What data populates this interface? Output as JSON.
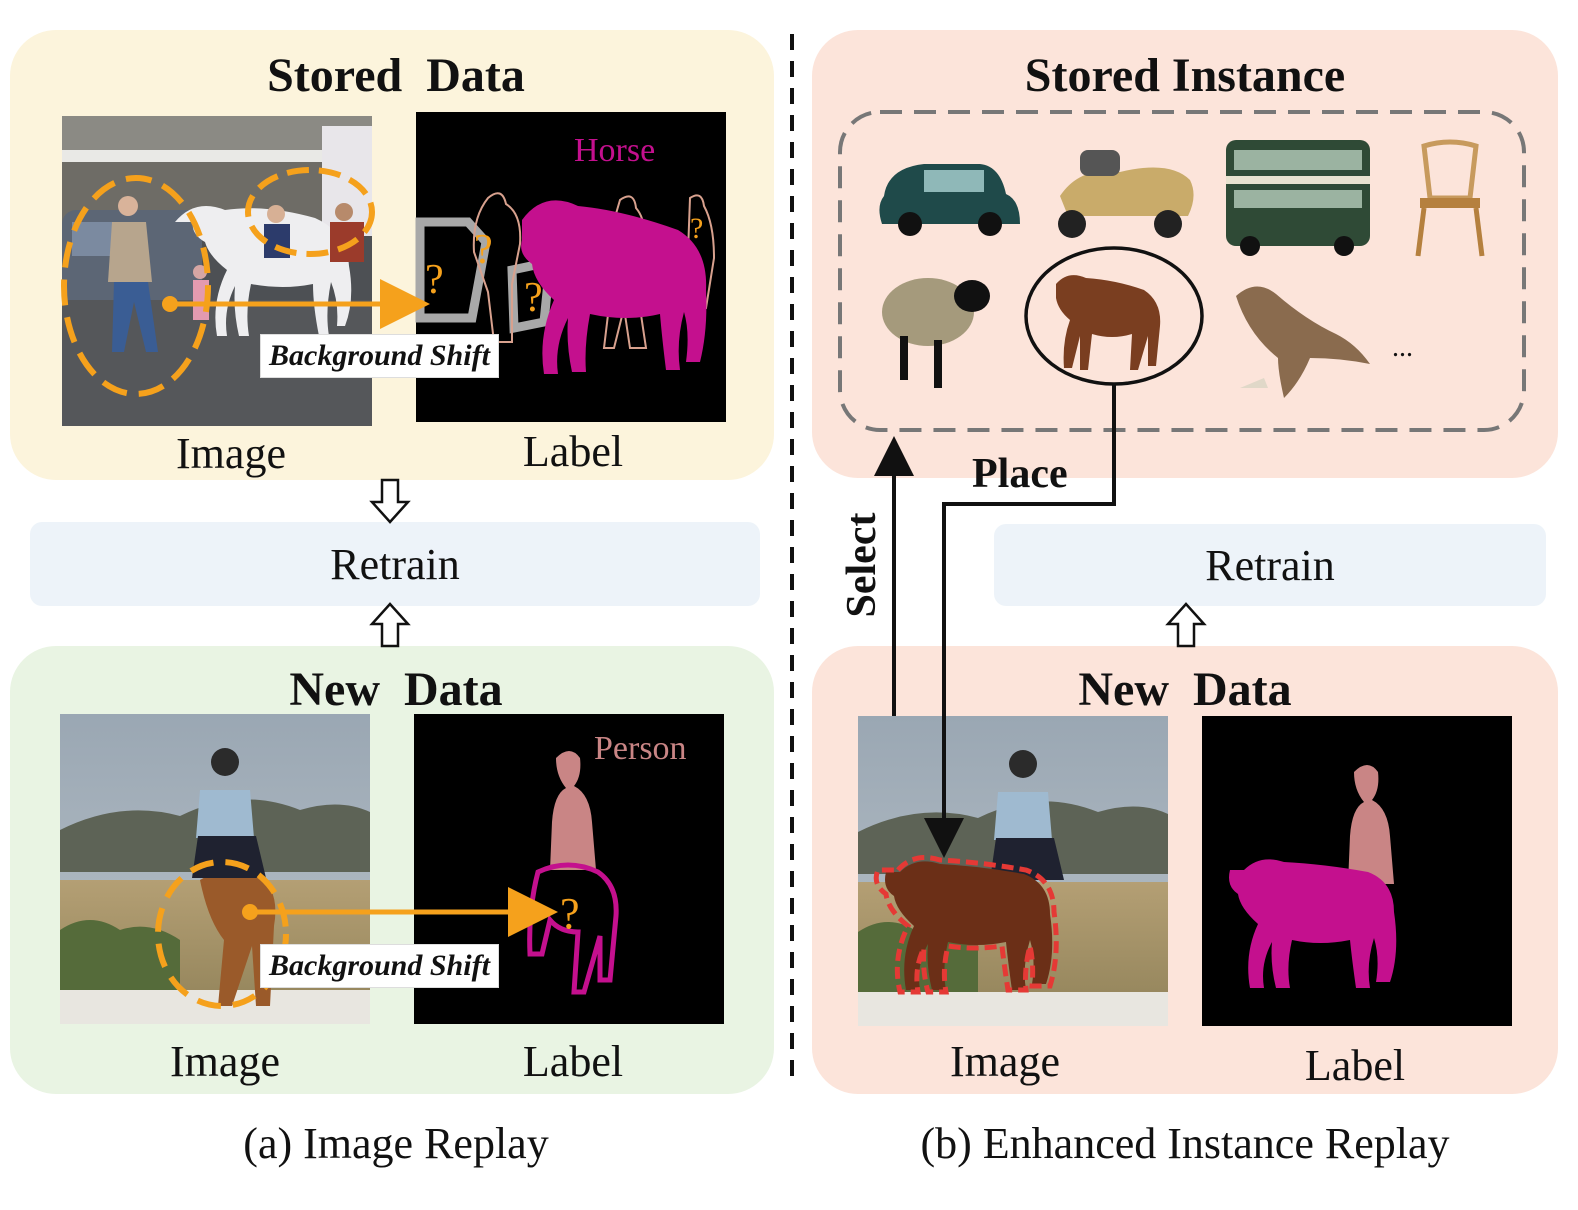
{
  "left": {
    "stored_title": "Stored  Data",
    "stored_image_caption": "Image",
    "stored_label_caption": "Label",
    "stored_label_class": "Horse",
    "stored_shift_label": "Background Shift",
    "retrain_label": "Retrain",
    "new_title": "New  Data",
    "new_image_caption": "Image",
    "new_label_caption": "Label",
    "new_label_class": "Person",
    "new_shift_label": "Background Shift",
    "caption": "(a) Image Replay"
  },
  "right": {
    "stored_title": "Stored Instance",
    "ellipsis": "...",
    "place_label": "Place",
    "select_label": "Select",
    "retrain_label": "Retrain",
    "new_title": "New  Data",
    "image_caption": "Image",
    "label_caption": "Label",
    "caption": "(b) Enhanced Instance Replay"
  },
  "question_mark": "?",
  "instances": [
    "car-instance",
    "motorcycle-instance",
    "bus-instance",
    "chair-instance",
    "sheep-instance",
    "horse-instance",
    "eagle-instance"
  ],
  "colors": {
    "stored_panel": "#fcf4dc",
    "new_panel_left": "#e9f4e3",
    "right_panel": "#fce4da",
    "retrain_bar": "#edf3f9",
    "orange": "#f5a11c",
    "magenta": "#c4108e",
    "person_pink": "#c98585",
    "red_outline": "#e53935"
  }
}
